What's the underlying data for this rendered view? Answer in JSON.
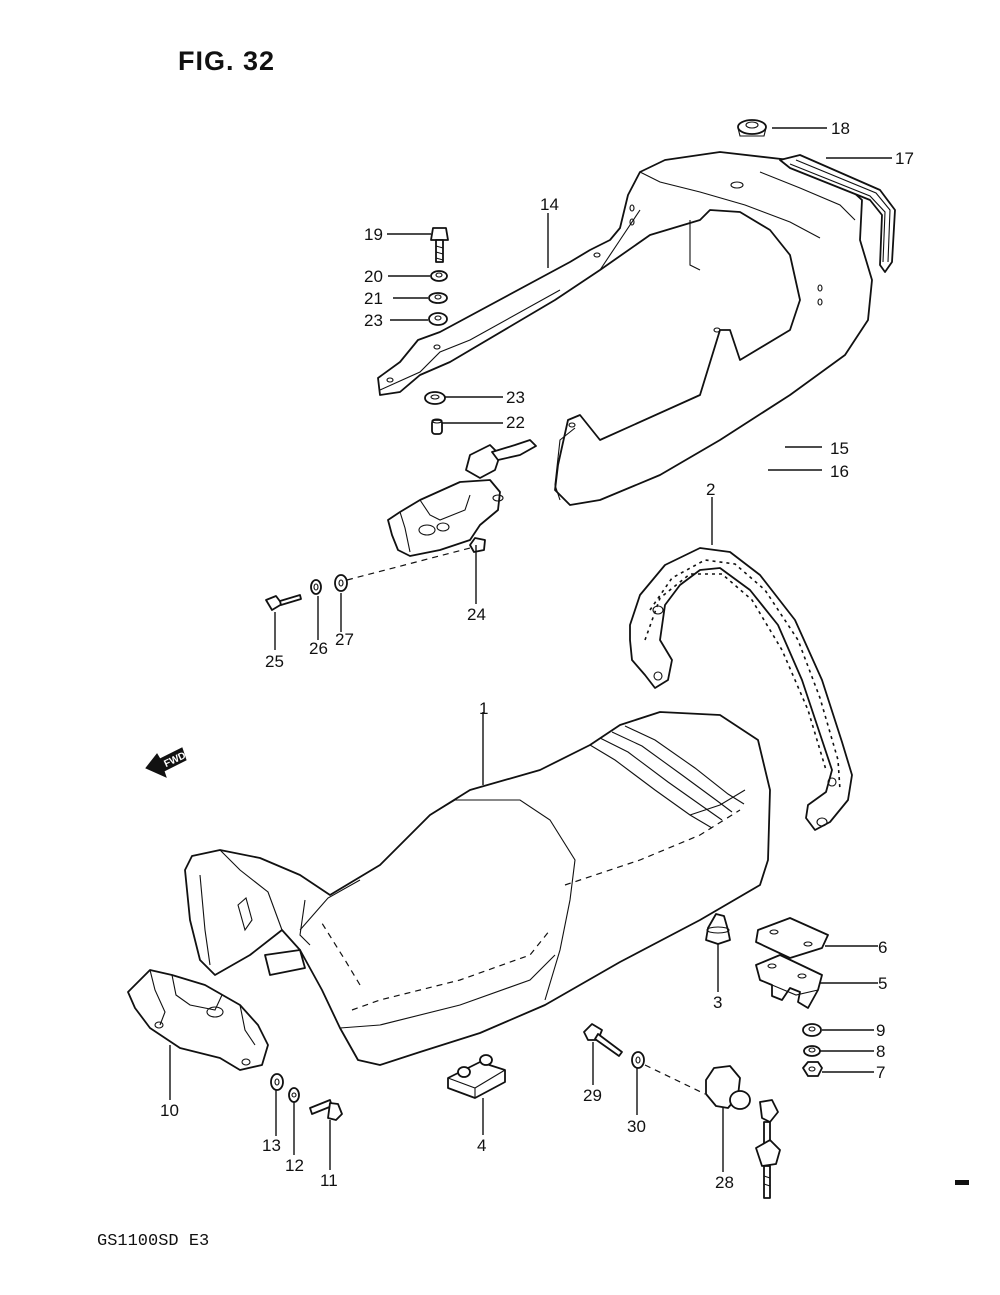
{
  "figure_title": "FIG. 32",
  "model_code": "GS1100SD E3",
  "fwd_arrow_label": "FWD",
  "part_numbers": [
    "1",
    "2",
    "3",
    "4",
    "5",
    "6",
    "7",
    "8",
    "9",
    "10",
    "11",
    "12",
    "13",
    "14",
    "15",
    "16",
    "17",
    "18",
    "19",
    "20",
    "21",
    "22",
    "23",
    "23",
    "24",
    "25",
    "26",
    "27",
    "28",
    "29",
    "30"
  ]
}
